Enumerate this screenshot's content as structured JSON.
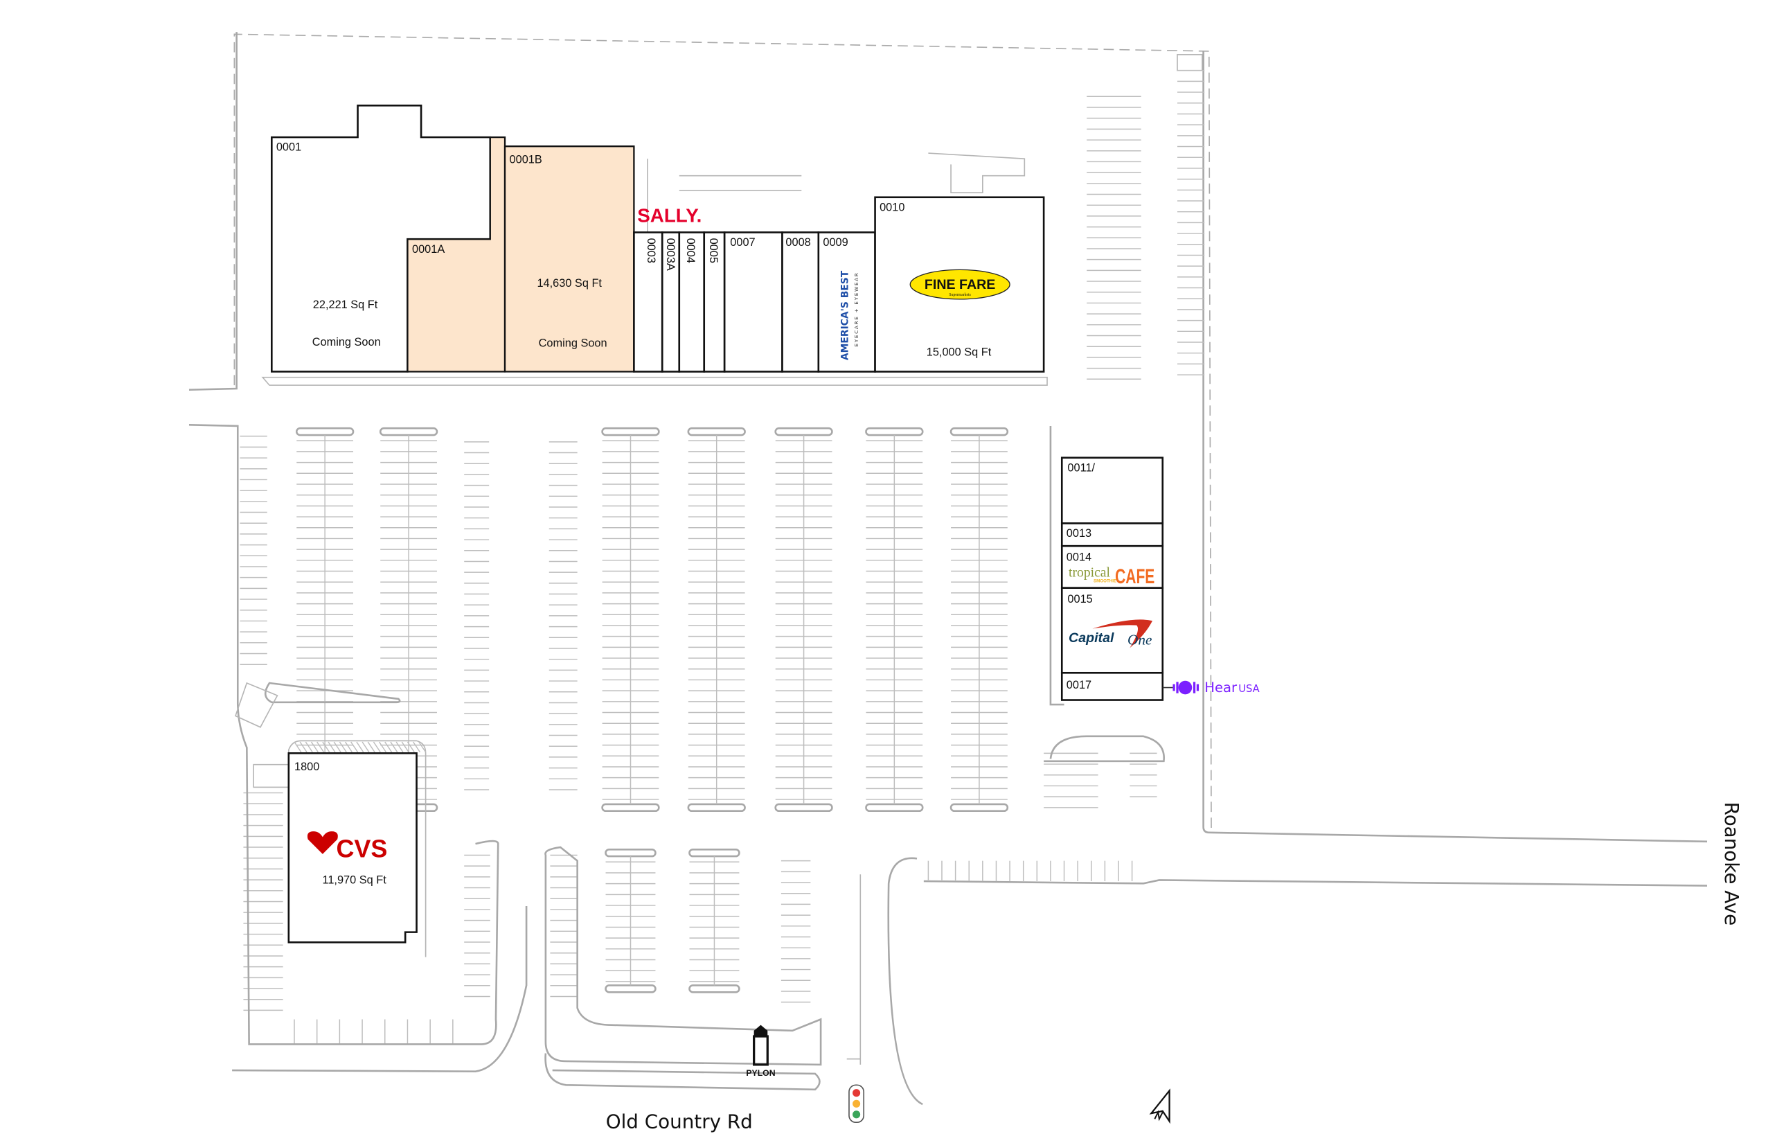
{
  "roads": {
    "south": "Old Country Rd",
    "east": "Roanoke Ave"
  },
  "pylon_label": "PYLON",
  "units": {
    "u0001": {
      "id": "0001",
      "sqft": "22,221 Sq Ft",
      "status": "Coming Soon"
    },
    "u0001A": {
      "id": "0001A"
    },
    "u0001B": {
      "id": "0001B",
      "sqft": "14,630 Sq Ft",
      "status": "Coming Soon"
    },
    "u0003": {
      "id": "0003",
      "tenant_logo": "SALLY."
    },
    "u0003A": {
      "id": "0003A"
    },
    "u0004": {
      "id": "0004"
    },
    "u0005": {
      "id": "0005"
    },
    "u0007": {
      "id": "0007"
    },
    "u0008": {
      "id": "0008"
    },
    "u0009": {
      "id": "0009",
      "tenant_logo": "AMERICA'S BEST",
      "tenant_logo_sub": "EYECARE + EYEWEAR"
    },
    "u0010": {
      "id": "0010",
      "sqft": "15,000 Sq Ft",
      "tenant_logo": "FINE FARE",
      "tenant_logo_sub": "Supermarkets"
    },
    "u0011": {
      "id": "0011/"
    },
    "u0013": {
      "id": "0013"
    },
    "u0014": {
      "id": "0014",
      "tenant_logo": "tropical",
      "tenant_logo_mid": "SMOOTHIE",
      "tenant_logo_end": "CAFE"
    },
    "u0015": {
      "id": "0015",
      "tenant_logo": "Capital",
      "tenant_logo_end": "One"
    },
    "u0017": {
      "id": "0017",
      "tenant_logo": "Hear",
      "tenant_logo_end": "USA"
    },
    "u1800": {
      "id": "1800",
      "sqft": "11,970 Sq Ft",
      "tenant_logo": "CVS"
    }
  },
  "colors": {
    "available_fill": "#fde5cc",
    "sally_red": "#e4002b",
    "cvs_red": "#cc0000",
    "finefare_yellow": "#ffe600",
    "americas_best_blue": "#1f4fa8",
    "tropical_green": "#8a9a3a",
    "tropical_orange": "#f26b21",
    "capitalone_navy": "#0b3a5c",
    "capitalone_red": "#d22e1e",
    "hearusa_purple": "#7b1fff"
  },
  "icons": [
    "traffic-light-icon",
    "north-arrow-icon",
    "pylon-sign-icon",
    "accessible-parking-icon"
  ]
}
